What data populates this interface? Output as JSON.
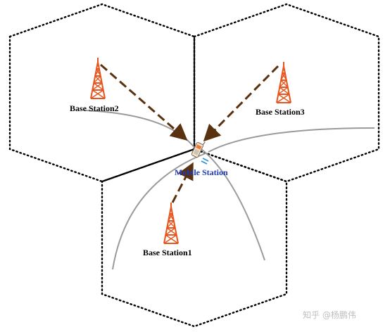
{
  "diagram": {
    "base_stations": [
      {
        "id": "bs1",
        "label": "Base Station1"
      },
      {
        "id": "bs2",
        "label": "Base Station2"
      },
      {
        "id": "bs3",
        "label": "Base Station3"
      }
    ],
    "mobile_station": {
      "label": "Mobile Station"
    },
    "watermark": "知乎 @杨鹏伟",
    "colors": {
      "tower": "#e8541c",
      "signal_arrow": "#5a3210",
      "cell_border": "#000000",
      "hyperbola": "#9a9a9a",
      "mobile_label": "#1f3bb3"
    }
  }
}
